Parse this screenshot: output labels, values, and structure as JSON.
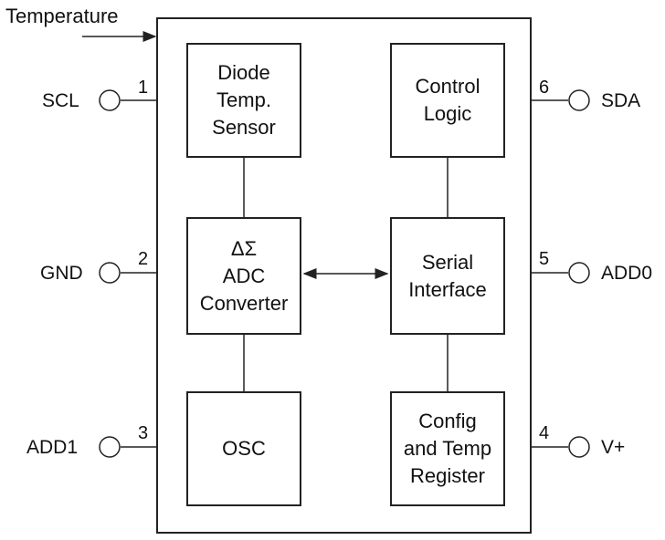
{
  "title_arrow_label": "Temperature",
  "pins": {
    "scl": {
      "name": "SCL",
      "num": "1"
    },
    "gnd": {
      "name": "GND",
      "num": "2"
    },
    "add1": {
      "name": "ADD1",
      "num": "3"
    },
    "vplus": {
      "name": "V+",
      "num": "4"
    },
    "add0": {
      "name": "ADD0",
      "num": "5"
    },
    "sda": {
      "name": "SDA",
      "num": "6"
    }
  },
  "blocks": {
    "diode": {
      "lines": [
        "Diode",
        "Temp.",
        "Sensor"
      ]
    },
    "adc": {
      "lines": [
        "ΔΣ",
        "ADC",
        "Converter"
      ]
    },
    "osc": {
      "lines": [
        "OSC"
      ]
    },
    "control": {
      "lines": [
        "Control",
        "Logic"
      ]
    },
    "serial": {
      "lines": [
        "Serial",
        "Interface"
      ]
    },
    "config": {
      "lines": [
        "Config",
        "and Temp",
        "Register"
      ]
    }
  },
  "colors": {
    "stroke": "#222222",
    "background": "#ffffff"
  }
}
